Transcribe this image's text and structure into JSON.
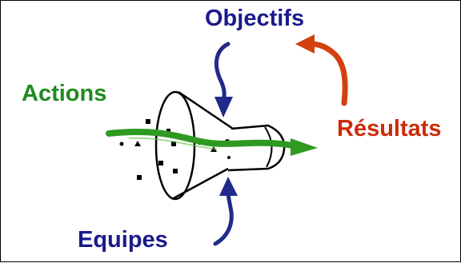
{
  "diagram": {
    "labels": {
      "objectifs": "Objectifs",
      "actions": "Actions",
      "resultats": "Résultats",
      "equipes": "Equipes"
    },
    "colors": {
      "objectifs": "#1a1a8c",
      "actions": "#1f8a1f",
      "resultats": "#cc2a0a",
      "equipes": "#1a1a8c",
      "funnel_outline": "#000000",
      "action_arrow": "#2e9a22",
      "top_arrow": "#1f2a8a",
      "bottom_arrow": "#1f2a8a",
      "result_arrow": "#d4400e"
    },
    "icons": {
      "funnel": "funnel-icon",
      "actions_arrow": "arrow-right-icon",
      "objectifs_arrow": "arrow-down-icon",
      "equipes_arrow": "arrow-up-icon",
      "resultats_arrow": "arrow-curved-back-icon"
    }
  }
}
